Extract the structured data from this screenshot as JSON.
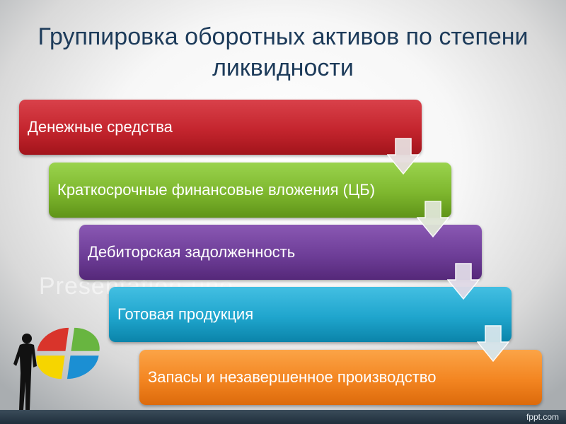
{
  "slide": {
    "title": "Группировка оборотных активов по степени ликвидности",
    "watermark": "Presentation-uno",
    "footer": "fppt.com"
  },
  "steps": [
    {
      "label": "Денежные средства",
      "color": "#c4252e"
    },
    {
      "label": "Краткосрочные финансовые вложения (ЦБ)",
      "color": "#7eb72e"
    },
    {
      "label": "Дебиторская задолженность",
      "color": "#6e3e98"
    },
    {
      "label": "Готовая продукция",
      "color": "#1fa5cd"
    },
    {
      "label": "Запасы  и незавершенное производство",
      "color": "#f38521"
    }
  ],
  "icons": {
    "arrow": "chevron-down-arrow-icon",
    "logo": "colored-wheel-logo-icon",
    "person": "silhouette-person-icon"
  }
}
